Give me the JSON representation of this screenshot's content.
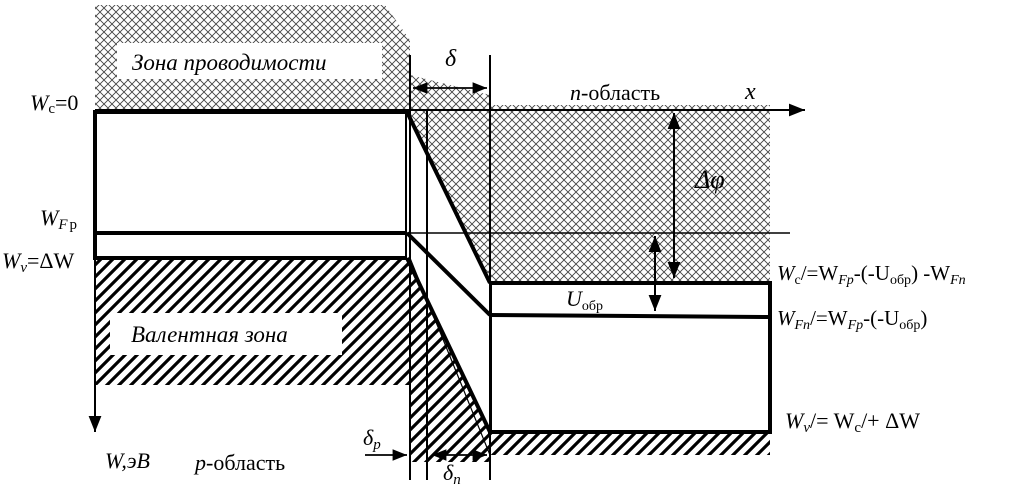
{
  "zones": {
    "conduction": "Зона проводимости",
    "valence": "Валентная зона"
  },
  "regions": {
    "n_prefix": "n",
    "n_suffix": "-область",
    "p_prefix": "p",
    "p_suffix": "-область"
  },
  "axes": {
    "x": "x",
    "w_main": "W",
    "w_unit": ",эВ"
  },
  "left_levels": {
    "wc_main": "W",
    "wc_sub": "c",
    "wc_eq": "=0",
    "wf_main": "W",
    "wf_sub": "F",
    "wf_sub2": "p",
    "wv_main": "W",
    "wv_sub": "v",
    "wv_eq": "=ΔW"
  },
  "params": {
    "delta": "δ",
    "delta_p_main": "δ",
    "delta_p_sub": "p",
    "delta_n_main": "δ",
    "delta_n_sub": "n",
    "delta_phi": "Δφ",
    "u_main": "U",
    "u_sub": "обр"
  },
  "right_levels": {
    "wc_prime": "W",
    "wc_prime_sub": "c",
    "wc_prime_rest": "/=W",
    "wc_prime_fp": "Fp",
    "wc_prime_mid": "-(-U",
    "wc_prime_obr": "обр",
    "wc_prime_end": ") -W",
    "wc_prime_fn": "Fn",
    "wfn_main": "W",
    "wfn_sub": "Fn",
    "wfn_rest": "/=W",
    "wfn_fp": "Fp",
    "wfn_mid": "-(-U",
    "wfn_obr": "обр",
    "wfn_end": ")",
    "wv_main": "W",
    "wv_sub": "v",
    "wv_rest": "/= W",
    "wv_c": "c",
    "wv_end": "/+ ΔW"
  }
}
